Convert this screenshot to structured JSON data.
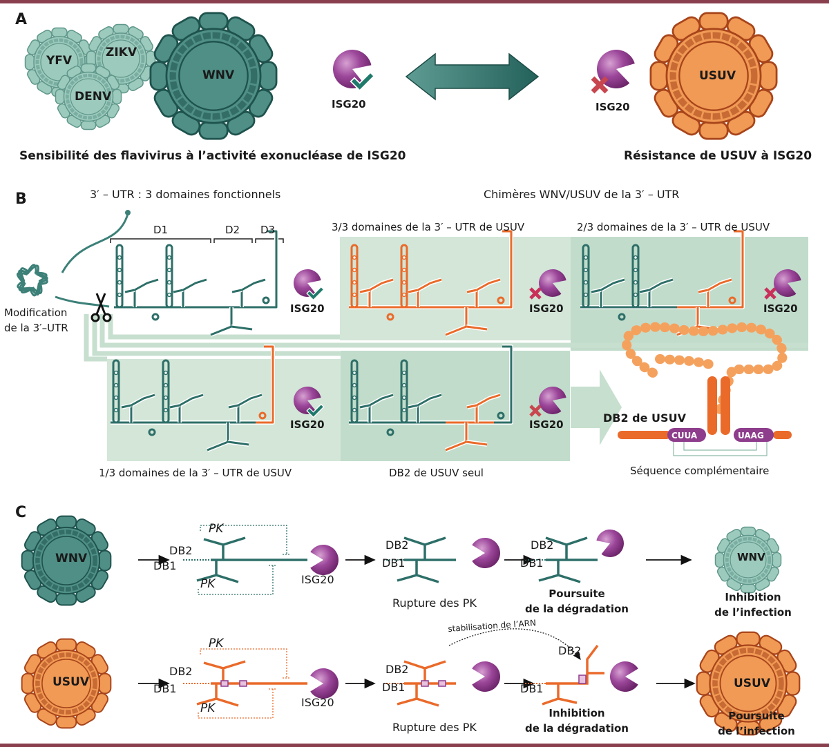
{
  "colors": {
    "wnv_teal": "#2d6f68",
    "wnv_light": "#8fc1b4",
    "usuv_orange": "#ea6a2a",
    "usuv_light": "#f5a15e",
    "isg20_purple": "#8e3c8c",
    "check_green": "#1f7a6b",
    "cross_red": "#c8464f",
    "panel_light": "#d3e6d8",
    "panel_mid": "#c1dccb",
    "rule": "#8a3f4f"
  },
  "panelA": {
    "letter": "A",
    "viruses_sensitive": [
      "YFV",
      "ZIKV",
      "DENV",
      "WNV"
    ],
    "virus_resistant": "USUV",
    "isg20_left": {
      "label": "ISG20",
      "status": "check-icon"
    },
    "isg20_right": {
      "label": "ISG20",
      "status": "cross-icon"
    },
    "caption_left": "Sensibilité des flavivirus à l’activité exonucléase de ISG20",
    "caption_right": "Résistance de USUV à ISG20"
  },
  "panelB": {
    "letter": "B",
    "title_left": "3′ – UTR : 3 domaines fonctionnels",
    "title_right": "Chimères WNV/USUV de la 3′ – UTR",
    "domains": [
      "D1",
      "D2",
      "D3"
    ],
    "modification_label_line1": "Modification",
    "modification_label_line2": "de la 3′–UTR",
    "isg20_label": "ISG20",
    "chimeras": [
      {
        "label": "3/3 domaines de la 3′ – UTR de USUV",
        "isg20_effect": "cross-icon"
      },
      {
        "label": "2/3 domaines de la 3′ – UTR de USUV",
        "isg20_effect": "cross-icon"
      },
      {
        "label": "1/3 domaines de la 3′ – UTR de USUV",
        "isg20_effect": "check-icon"
      },
      {
        "label": "DB2 de USUV seul",
        "isg20_effect": "cross-icon"
      }
    ],
    "wild_type_effect": "check-icon",
    "db2_detail": {
      "label": "DB2 de USUV",
      "seq_left": "CUUA",
      "seq_right": "UAAG",
      "caption": "Séquence complémentaire"
    }
  },
  "panelC": {
    "letter": "C",
    "wnv_row": {
      "virus": "WNV",
      "pk_top": "PK",
      "pk_bottom": "PK",
      "db2": "DB2",
      "db1": "DB1",
      "enzyme": "ISG20",
      "step2_caption": "Rupture des PK",
      "step3_caption_line1": "Poursuite",
      "step3_caption_line2": "de la dégradation",
      "outcome_virus": "WNV",
      "outcome_line1": "Inhibition",
      "outcome_line2": "de l’infection"
    },
    "usuv_row": {
      "virus": "USUV",
      "pk_top": "PK",
      "pk_bottom": "PK",
      "db2": "DB2",
      "db1": "DB1",
      "enzyme": "ISG20",
      "step2_caption": "Rupture des PK",
      "stabilisation": "stabilisation de l’ARN",
      "step3_caption_line1": "Inhibition",
      "step3_caption_line2": "de la dégradation",
      "outcome_virus": "USUV",
      "outcome_line1": "Poursuite",
      "outcome_line2": "de l’infection"
    }
  }
}
